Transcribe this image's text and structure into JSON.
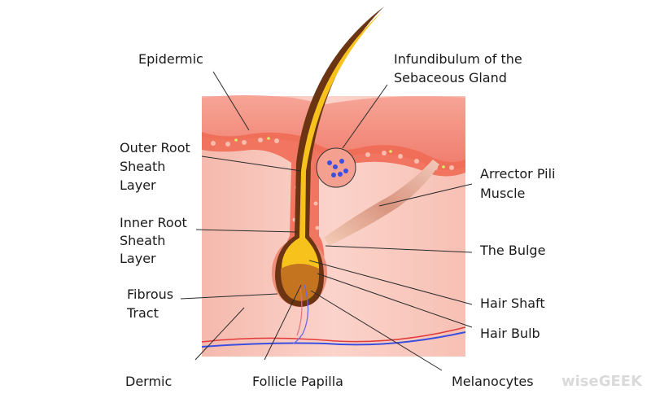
{
  "title": "Hair follicle anatomy",
  "labels": {
    "epidermic": "Epidermic",
    "infundibulum_1": "Infundibulum of the",
    "infundibulum_2": "Sebaceous Gland",
    "outer_root_1": "Outer Root",
    "outer_root_2": "Sheath",
    "outer_root_3": "Layer",
    "inner_root_1": "Inner Root",
    "inner_root_2": "Sheath",
    "inner_root_3": "Layer",
    "fibrous_1": "Fibrous",
    "fibrous_2": "Tract",
    "dermic": "Dermic",
    "follicle_papilla": "Follicle Papilla",
    "melanocytes": "Melanocytes",
    "arrector_1": "Arrector Pili",
    "arrector_2": "Muscle",
    "bulge": "The Bulge",
    "hair_shaft": "Hair Shaft",
    "hair_bulb": "Hair Bulb"
  },
  "watermark": "wiseGEEK",
  "colors": {
    "dermis": "#f9c9bf",
    "epidermis": "#f28e80",
    "cell_layer": "#ef5b45",
    "hair": "#6b3514",
    "hair_core": "#f7c21b",
    "vein": "#3a4fe0",
    "artery": "#e23a3a"
  }
}
